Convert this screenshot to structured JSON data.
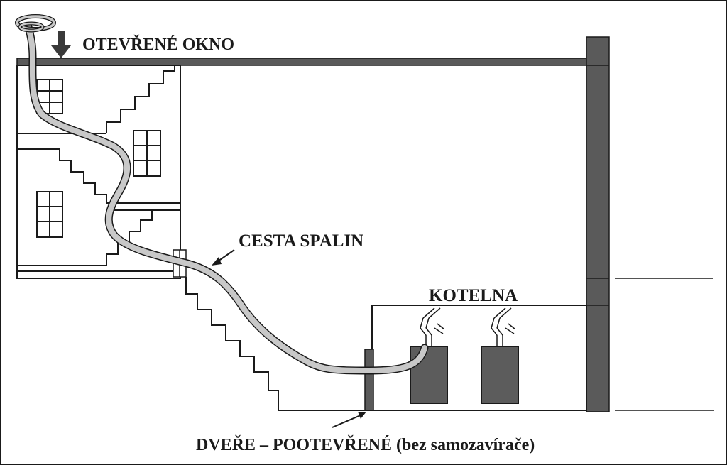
{
  "labels": {
    "open_window": "OTEVŘENÉ OKNO",
    "flue_gas_path": "CESTA SPALIN",
    "boiler_room": "KOTELNA",
    "door_note": "DVEŘE – POOTEVŘENÉ (bez samozavírače)"
  },
  "colors": {
    "line": "#1a1a1a",
    "wall_fill": "#5a5a5a",
    "boiler_fill": "#5c5c5c",
    "flue_path": "#c8c8c8",
    "background": "#ffffff"
  },
  "icons": {
    "arrow_down": "arrow-down-icon",
    "pointer_arrow": "pointer-arrow-icon"
  }
}
